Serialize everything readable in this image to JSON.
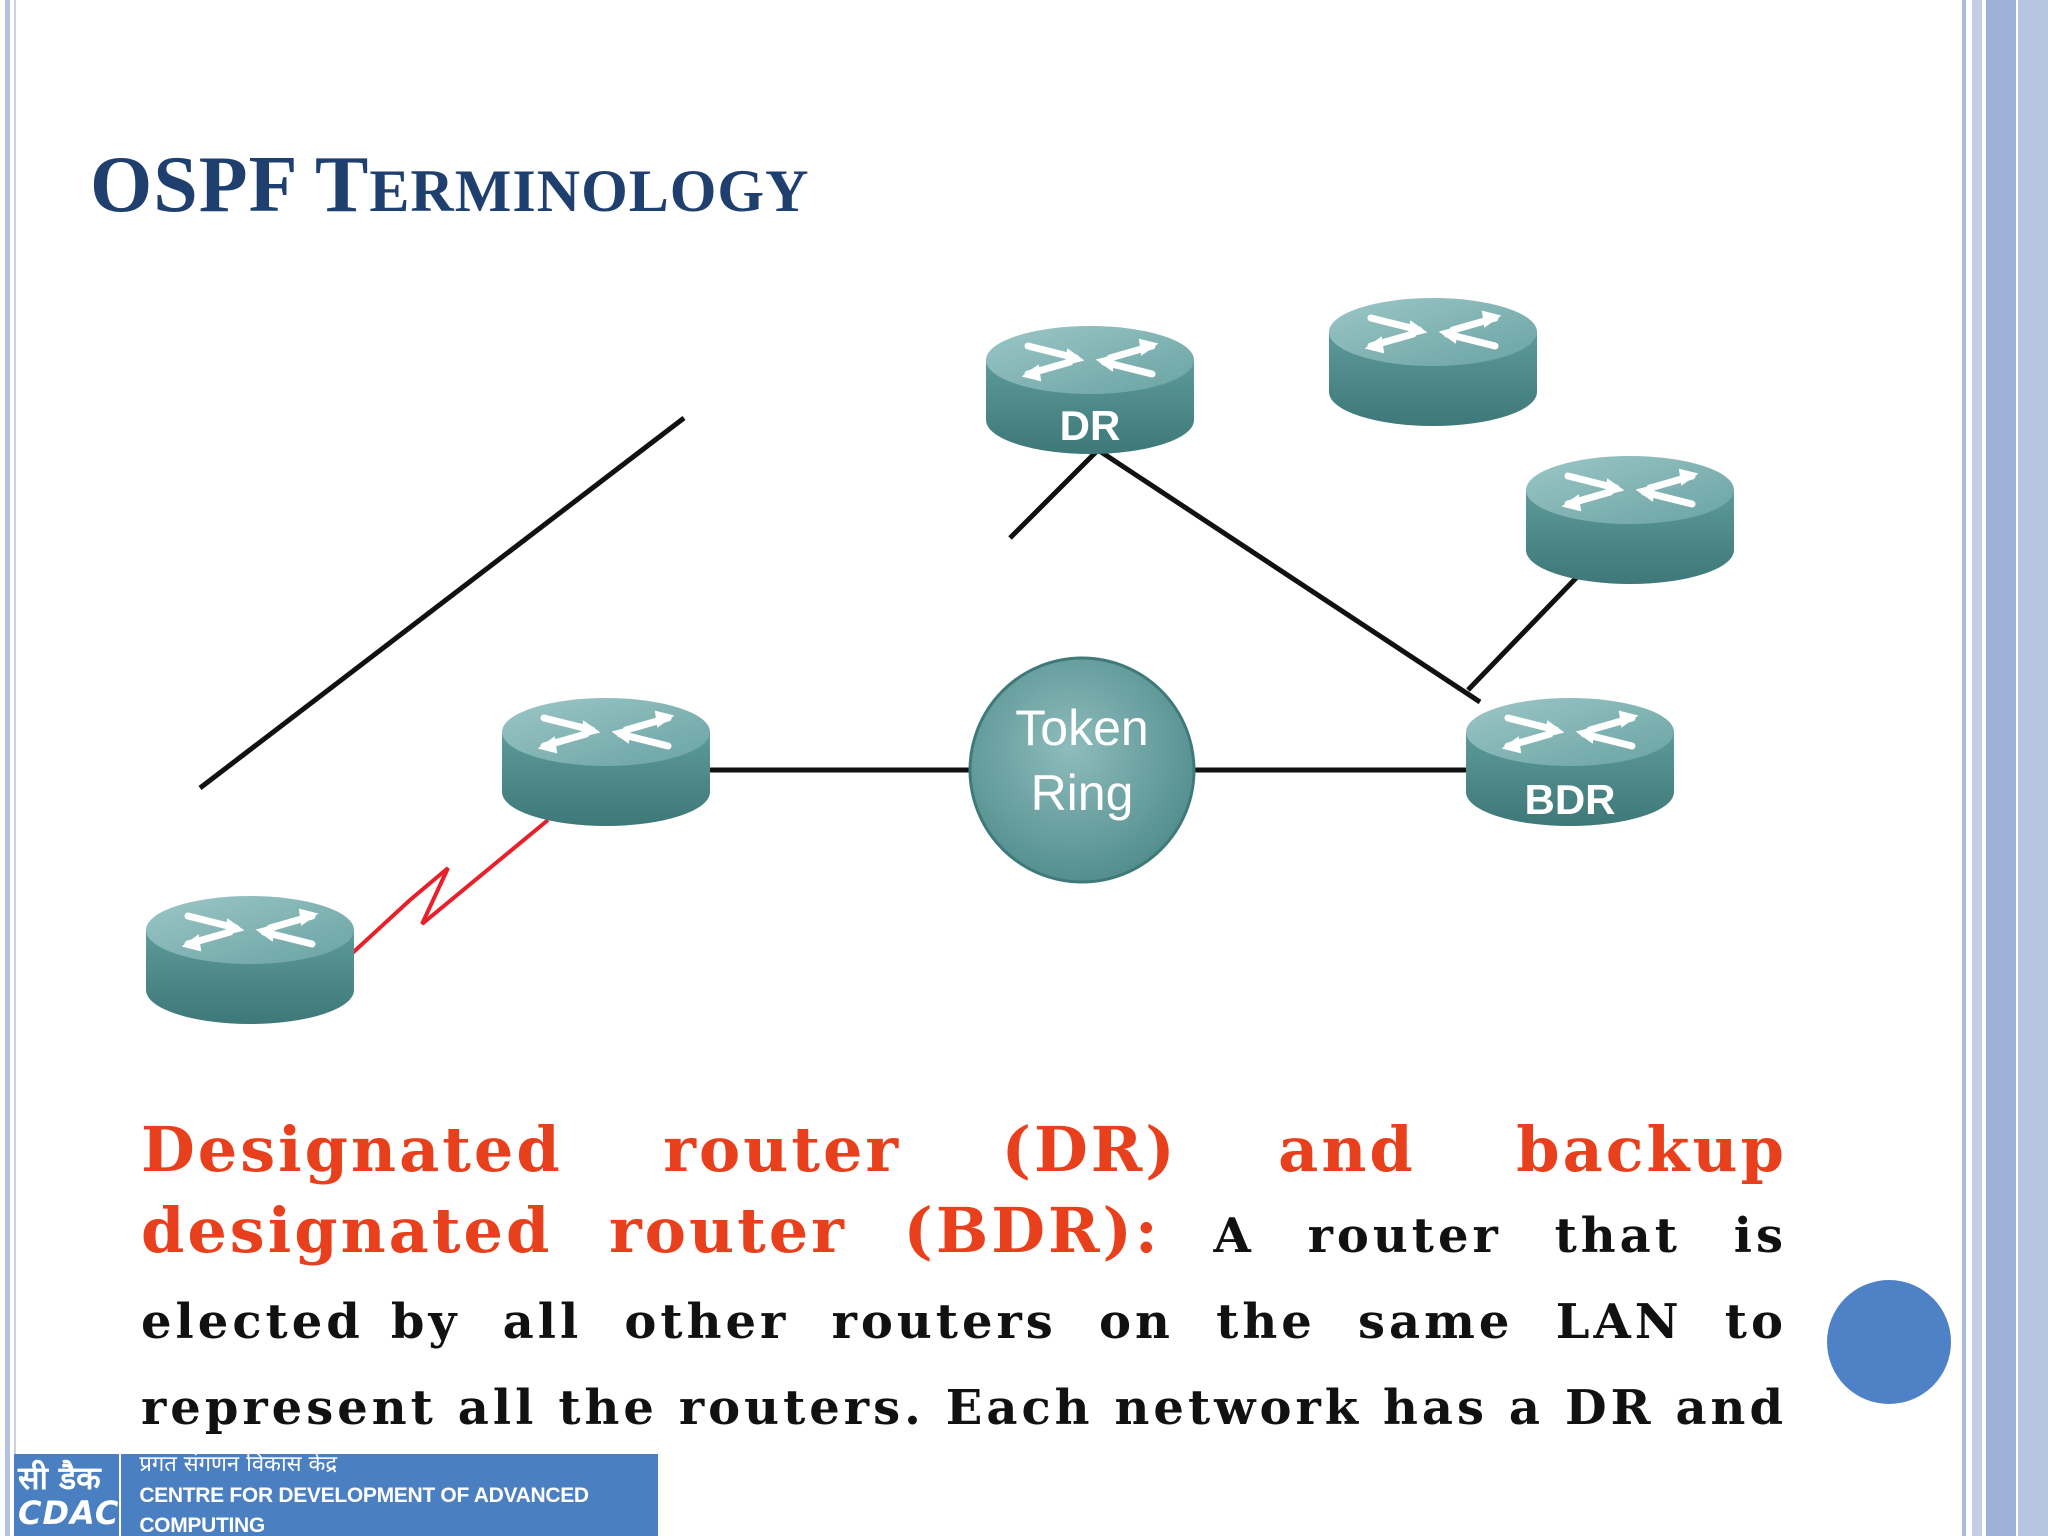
{
  "slide": {
    "title_initial_1": "OSPF T",
    "title_rest": "ERMINOLOGY"
  },
  "diagram": {
    "routers": [
      {
        "id": "dr",
        "label": "DR"
      },
      {
        "id": "top-right-1",
        "label": ""
      },
      {
        "id": "right-middle",
        "label": ""
      },
      {
        "id": "left-middle",
        "label": ""
      },
      {
        "id": "bdr",
        "label": "BDR"
      },
      {
        "id": "bottom-left",
        "label": ""
      }
    ],
    "token_ring": {
      "line1": "Token",
      "line2": "Ring"
    },
    "colors": {
      "router_body": "#4f8b8b",
      "router_top": "#7fb2b2",
      "link": "#111111",
      "serial_link": "#e8202a"
    }
  },
  "description": {
    "highlight_line1_words": [
      "Designated",
      "router",
      "(DR)",
      "and",
      "backup"
    ],
    "highlight_line2": "designated router (BDR):",
    "body_line2_tail": " A router that is elected",
    "body_rest": "by all other routers on the same LAN to represent all the routers. Each network has a DR and BDR."
  },
  "footer": {
    "logo_hindi": "सी डैक",
    "logo_english": "CDAC",
    "org_hindi": "प्रगत संगणन विकास केंद्र",
    "org_english": "CENTRE FOR DEVELOPMENT OF ADVANCED COMPUTING"
  },
  "colors": {
    "title": "#1f3f6e",
    "highlight": "#e8401c",
    "accent_dot": "#4f81c7",
    "footer_bg": "#4a7fc2"
  }
}
